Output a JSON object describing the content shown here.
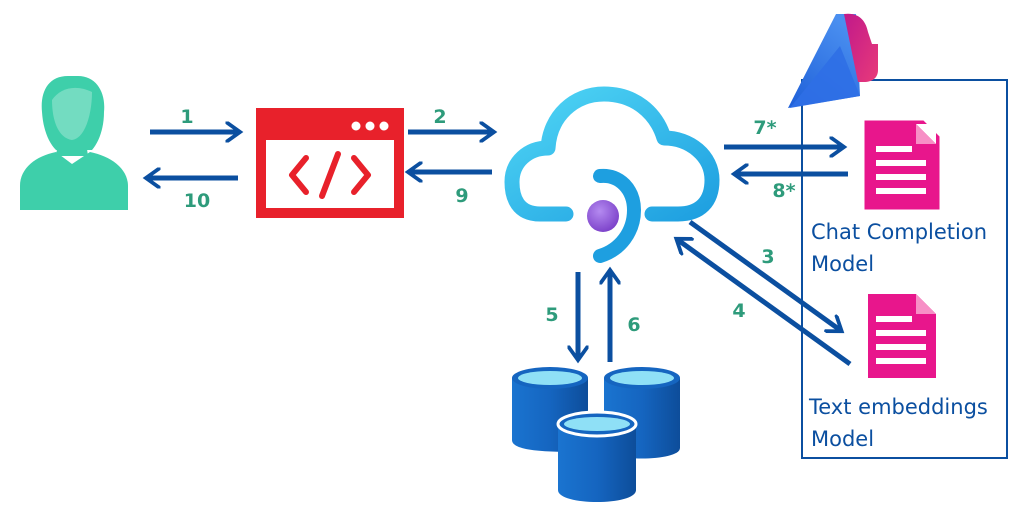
{
  "colors": {
    "arrow": "#0b4fa0",
    "step_label": "#2e9b7b",
    "user": "#3ecfaa",
    "browser": "#e8212b",
    "cloud_outline": "#2ec6ec",
    "orb": "#8b55d6",
    "database": "#1565c0",
    "database_top": "#8fe0f6",
    "document": "#e8168c",
    "panel_border": "#0b4fa0",
    "model_text": "#0b4fa0"
  },
  "steps": {
    "s1": "1",
    "s2": "2",
    "s3": "3",
    "s4": "4",
    "s5": "5",
    "s6": "6",
    "s7": "7*",
    "s8": "8*",
    "s9": "9",
    "s10": "10"
  },
  "models": {
    "chat_line1": "Chat Completion",
    "chat_line2": "Model",
    "embed_line1": "Text embeddings",
    "embed_line2": "Model"
  },
  "icons": {
    "user": "user-icon",
    "web_app": "web-app-code-icon",
    "search_service": "cloud-search-service-icon",
    "databases": "database-icon",
    "ai_brand": "ai-foundry-logo-icon",
    "document": "document-icon"
  }
}
